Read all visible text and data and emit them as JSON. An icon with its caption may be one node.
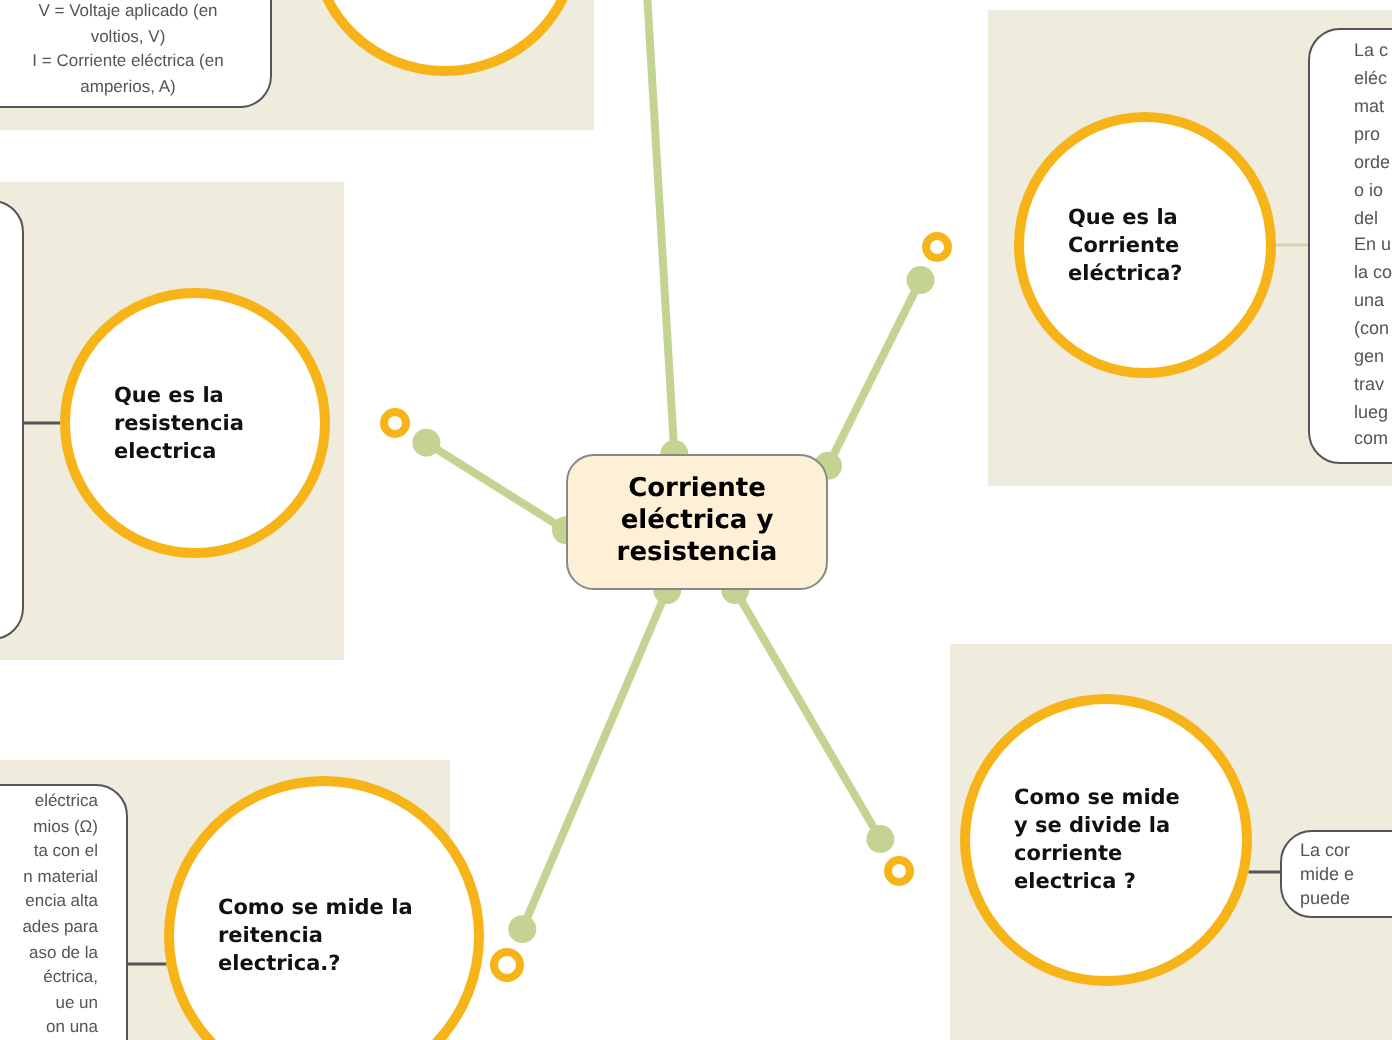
{
  "diagram": {
    "nodes": [
      {
        "text": [
          "V = Voltaje aplicado (en voltios, V)",
          "I = Corriente eléctrica (en amperios, A)"
        ]
      },
      {
        "text": [],
        "shape": "circle"
      },
      {
        "text": [
          "Que es la Corriente eléctrica?"
        ]
      },
      {
        "text": [
          "La c",
          "eléc",
          "mat",
          "pro",
          "orde",
          "o io",
          "del",
          "En u",
          "la co",
          "una",
          "(con",
          "gen",
          "trav",
          "lueg",
          "com"
        ]
      },
      {
        "text": [
          "Corriente eléctrica y resistencia"
        ]
      },
      {
        "text": [],
        "shape": "box"
      },
      {
        "text": [
          "Que es la resistencia electrica"
        ]
      },
      {
        "text": [
          "eléctrica",
          "mios (Ω)",
          "ta con el",
          "n material",
          "encia alta",
          "ades para",
          "aso de la",
          "éctrica,",
          "ue un",
          "on una"
        ]
      },
      {
        "text": [
          "Como se mide la reitencia electrica.?"
        ]
      },
      {
        "text": [
          "Como se mide y se divide la corriente electrica ?"
        ]
      },
      {
        "text": [
          "La cor",
          "mide e",
          "puede"
        ]
      },
      {
        "text": [],
        "shape": "circle"
      },
      {
        "text": [],
        "shape": "circle"
      },
      {
        "text": [],
        "shape": "circle"
      },
      {
        "text": [],
        "shape": "circle"
      }
    ],
    "edges": [
      {
        "from": 4,
        "to": 1,
        "arrow": "other"
      },
      {
        "from": 4,
        "to": 11,
        "arrow": "other"
      },
      {
        "from": 4,
        "to": 12,
        "arrow": "other"
      },
      {
        "from": 4,
        "to": 13,
        "arrow": "other"
      },
      {
        "from": 4,
        "to": 14,
        "arrow": "other"
      },
      {
        "from": 2,
        "to": 3,
        "arrow": "none",
        "color": "#cfd6b2"
      },
      {
        "from": 6,
        "to": 5,
        "arrow": "none",
        "color": "#555555"
      },
      {
        "from": 8,
        "to": 7,
        "arrow": "none",
        "color": "#555555"
      },
      {
        "from": 9,
        "to": 10,
        "arrow": "none",
        "color": "#555555"
      }
    ]
  }
}
